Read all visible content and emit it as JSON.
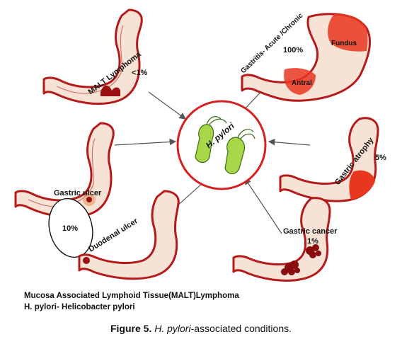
{
  "diagram": {
    "center": {
      "label": "H. pylori"
    },
    "conditions": {
      "malt": {
        "label": "MALT Lymphoma",
        "percent": "<1%"
      },
      "gastritis": {
        "label": "Gastritis- Acute /Chronic",
        "percent": "100%",
        "fundus_label": "Fundus",
        "antral_label": "Antral"
      },
      "gastric_ulcer": {
        "label": "Gastric ulcer"
      },
      "ulcer_ratio": {
        "label": "10%"
      },
      "duodenal_ulcer": {
        "label": "Duodenal ulcer"
      },
      "atrophy": {
        "label": "Gastric atrophy",
        "percent": "5%"
      },
      "cancer": {
        "label": "Gastric cancer",
        "percent": "1%"
      }
    }
  },
  "legend": {
    "line1": "Mucosa Associated Lymphoid Tissue(MALT)Lymphoma",
    "line2": "H. pylori- Helicobacter pylori"
  },
  "caption": {
    "figure": "Figure 5.",
    "italic": "H. pylori",
    "rest": "-associated conditions."
  },
  "colors": {
    "outline": "#b51a1a",
    "wall": "#f7e3d6",
    "lesion": "#9a1010",
    "erosion": "#e8361f",
    "bacteria": "#a8d84a",
    "arrow": "#555555"
  }
}
